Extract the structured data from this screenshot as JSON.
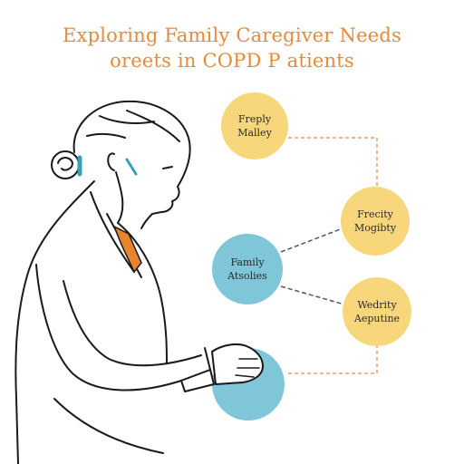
{
  "title": {
    "line1": "Exploring Family Caregiver Needs",
    "line2": "oreets in COPD P atients"
  },
  "nodes": {
    "top": {
      "line1": "Freply",
      "line2": "Malley",
      "color": "#f8d77c"
    },
    "right_upper": {
      "line1": "Frecity",
      "line2": "Mogibty",
      "color": "#f8d77c"
    },
    "center": {
      "line1": "Family",
      "line2": "Atsolies",
      "color": "#7fc6d8"
    },
    "right_lower": {
      "line1": "Wedrity",
      "line2": "Aeputine",
      "color": "#f8d77c"
    },
    "bottom": {
      "color": "#7fc6d8"
    }
  },
  "colors": {
    "title": "#e88a3a",
    "connector": "#555555",
    "dashed_connector": "#e8a060",
    "outline": "#1a1a1a",
    "earring": "#3aa0b0",
    "shirt": "#e8842a"
  },
  "illustration": "caregiver-figure"
}
